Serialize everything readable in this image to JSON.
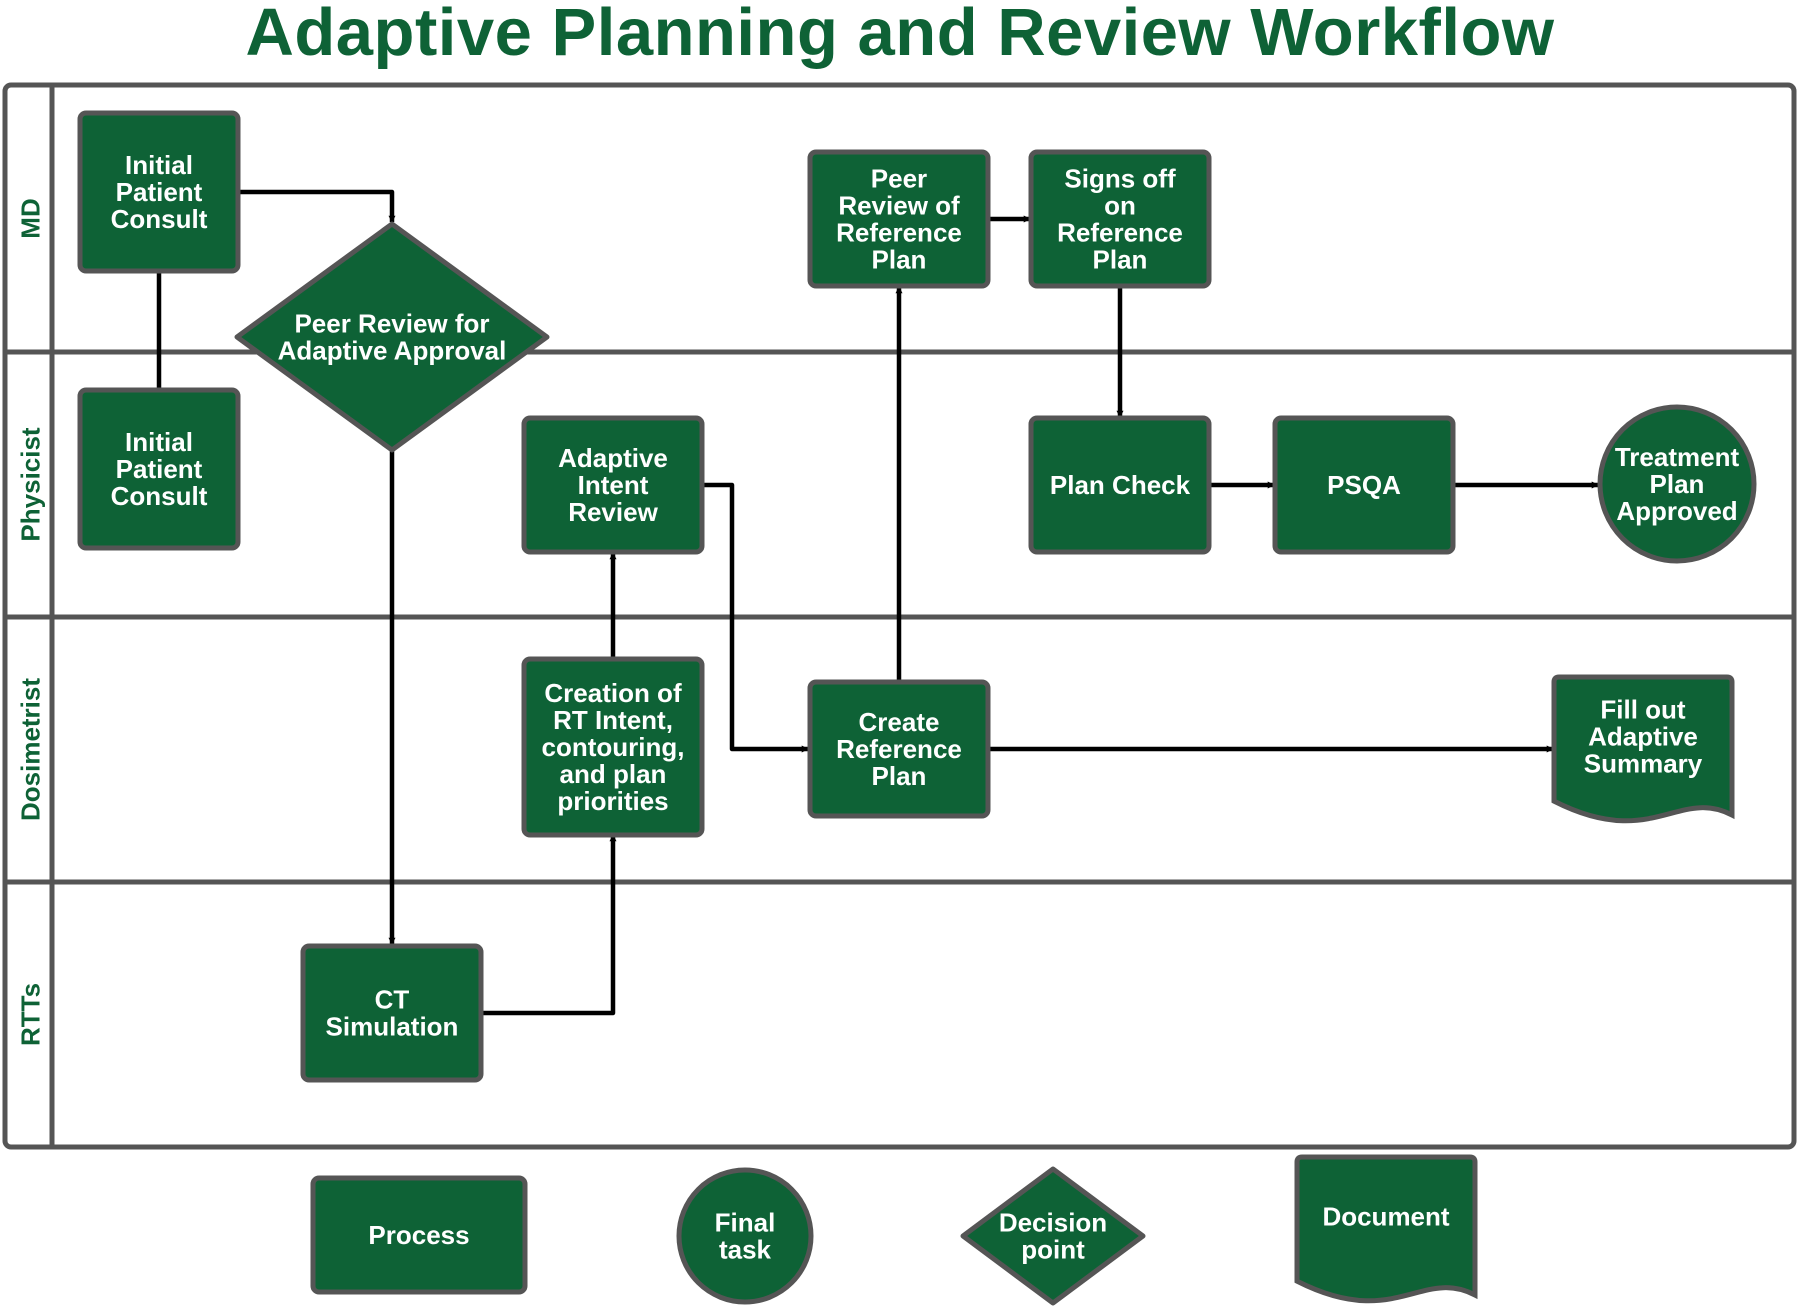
{
  "title": "Adaptive Planning and Review Workflow",
  "colors": {
    "shape_fill": "#0e6236",
    "shape_border": "#555555",
    "title": "#0e6236",
    "lane_border": "#555555"
  },
  "lanes": [
    {
      "id": "md",
      "label": "MD"
    },
    {
      "id": "physicist",
      "label": "Physicist"
    },
    {
      "id": "dosimetrist",
      "label": "Dosimetrist"
    },
    {
      "id": "rtts",
      "label": "RTTs"
    }
  ],
  "nodes": [
    {
      "id": "initial-consult-md",
      "shape": "process",
      "lines": [
        "Initial",
        "Patient",
        "Consult"
      ]
    },
    {
      "id": "initial-consult-physicist",
      "shape": "process",
      "lines": [
        "Initial",
        "Patient",
        "Consult"
      ]
    },
    {
      "id": "peer-review-adaptive-approval",
      "shape": "decision",
      "lines": [
        "Peer Review for",
        "Adaptive Approval"
      ]
    },
    {
      "id": "ct-simulation",
      "shape": "process",
      "lines": [
        "CT",
        "Simulation"
      ]
    },
    {
      "id": "creation-rt-intent",
      "shape": "process",
      "lines": [
        "Creation of",
        "RT Intent,",
        "contouring,",
        "and plan",
        "priorities"
      ]
    },
    {
      "id": "adaptive-intent-review",
      "shape": "process",
      "lines": [
        "Adaptive",
        "Intent",
        "Review"
      ]
    },
    {
      "id": "create-reference-plan",
      "shape": "process",
      "lines": [
        "Create",
        "Reference",
        "Plan"
      ]
    },
    {
      "id": "peer-review-reference-plan",
      "shape": "process",
      "lines": [
        "Peer",
        "Review of",
        "Reference",
        "Plan"
      ]
    },
    {
      "id": "signs-off-reference-plan",
      "shape": "process",
      "lines": [
        "Signs off",
        "on",
        "Reference",
        "Plan"
      ]
    },
    {
      "id": "plan-check",
      "shape": "process",
      "lines": [
        "Plan Check"
      ]
    },
    {
      "id": "psqa",
      "shape": "process",
      "lines": [
        "PSQA"
      ]
    },
    {
      "id": "treatment-plan-approved",
      "shape": "final",
      "lines": [
        "Treatment",
        "Plan",
        "Approved"
      ]
    },
    {
      "id": "fill-out-adaptive-summary",
      "shape": "document",
      "lines": [
        "Fill out",
        "Adaptive",
        "Summary"
      ]
    }
  ],
  "edges": [
    {
      "from": "initial-consult-md",
      "to": "initial-consult-physicist",
      "arrow": false
    },
    {
      "from": "initial-consult-md",
      "to": "peer-review-adaptive-approval",
      "arrow": true
    },
    {
      "from": "peer-review-adaptive-approval",
      "to": "ct-simulation",
      "arrow": true
    },
    {
      "from": "ct-simulation",
      "to": "creation-rt-intent",
      "arrow": true
    },
    {
      "from": "creation-rt-intent",
      "to": "adaptive-intent-review",
      "arrow": true
    },
    {
      "from": "adaptive-intent-review",
      "to": "create-reference-plan",
      "arrow": true
    },
    {
      "from": "create-reference-plan",
      "to": "peer-review-reference-plan",
      "arrow": true
    },
    {
      "from": "create-reference-plan",
      "to": "fill-out-adaptive-summary",
      "arrow": true
    },
    {
      "from": "peer-review-reference-plan",
      "to": "signs-off-reference-plan",
      "arrow": true
    },
    {
      "from": "signs-off-reference-plan",
      "to": "plan-check",
      "arrow": true
    },
    {
      "from": "plan-check",
      "to": "psqa",
      "arrow": true
    },
    {
      "from": "psqa",
      "to": "treatment-plan-approved",
      "arrow": true
    }
  ],
  "legend": [
    {
      "id": "process",
      "shape": "process",
      "lines": [
        "Process"
      ]
    },
    {
      "id": "final",
      "shape": "final",
      "lines": [
        "Final",
        "task"
      ]
    },
    {
      "id": "decision",
      "shape": "decision",
      "lines": [
        "Decision",
        "point"
      ]
    },
    {
      "id": "document",
      "shape": "document",
      "lines": [
        "Document"
      ]
    }
  ]
}
